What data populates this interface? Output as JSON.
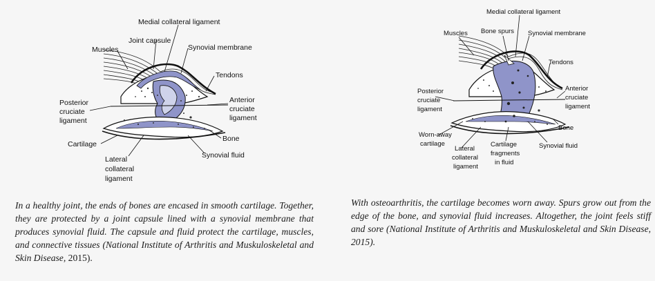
{
  "left": {
    "labels": {
      "medial_collateral_ligament": "Medial collateral ligament",
      "joint_capsule": "Joint capsule",
      "muscles": "Muscles",
      "synovial_membrane": "Synovial membrane",
      "tendons": "Tendons",
      "posterior_1": "Posterior",
      "posterior_2": "cruciate",
      "posterior_3": "ligament",
      "anterior_1": "Anterior",
      "anterior_2": "cruciate",
      "anterior_3": "ligament",
      "bone": "Bone",
      "cartilage": "Cartilage",
      "synovial_fluid": "Synovial fluid",
      "lateral_1": "Lateral",
      "lateral_2": "collateral",
      "lateral_3": "ligament"
    },
    "caption_pre": "In a healthy joint, the ends of bones are encased in smooth cartilage. Together, they are protected by a joint capsule lined with a synovial membrane that produces synovial fluid. The capsule and fluid protect the cartilage, muscles, and connective tissues (",
    "caption_source": "National Institute of Arthritis and Muskuloskeletal and Skin Disease,",
    "caption_post": " 2015)."
  },
  "right": {
    "labels": {
      "medial_collateral_ligament": "Medial collateral ligament",
      "muscles": "Muscles",
      "bone_spurs": "Bone spurs",
      "synovial_membrane": "Synovial membrane",
      "tendons": "Tendons",
      "posterior_1": "Posterior",
      "posterior_2": "cruciate",
      "posterior_3": "ligament",
      "anterior_1": "Anterior",
      "anterior_2": "cruciate",
      "anterior_3": "ligament",
      "bone": "Bone",
      "worn_1": "Worn-away",
      "worn_2": "cartilage",
      "lateral_1": "Lateral",
      "lateral_2": "collateral",
      "lateral_3": "ligament",
      "frag_1": "Cartilage",
      "frag_2": "fragments",
      "frag_3": "in fluid",
      "synovial_fluid": "Synovial fluid"
    },
    "caption_pre": "With osteoarthritis, the cartilage becomes worn away. Spurs grow out from the edge of the bone, and synovial fluid increases. Altogether, the joint feels stiff and sore (",
    "caption_source": "National Institute of Arthritis and Muskuloskeletal and Skin Disease, 2015",
    "caption_post": ")."
  },
  "colors": {
    "fluid": "#8f94c9",
    "cartilage": "#cfd3ea",
    "ink": "#111111",
    "background": "#f6f6f6"
  }
}
